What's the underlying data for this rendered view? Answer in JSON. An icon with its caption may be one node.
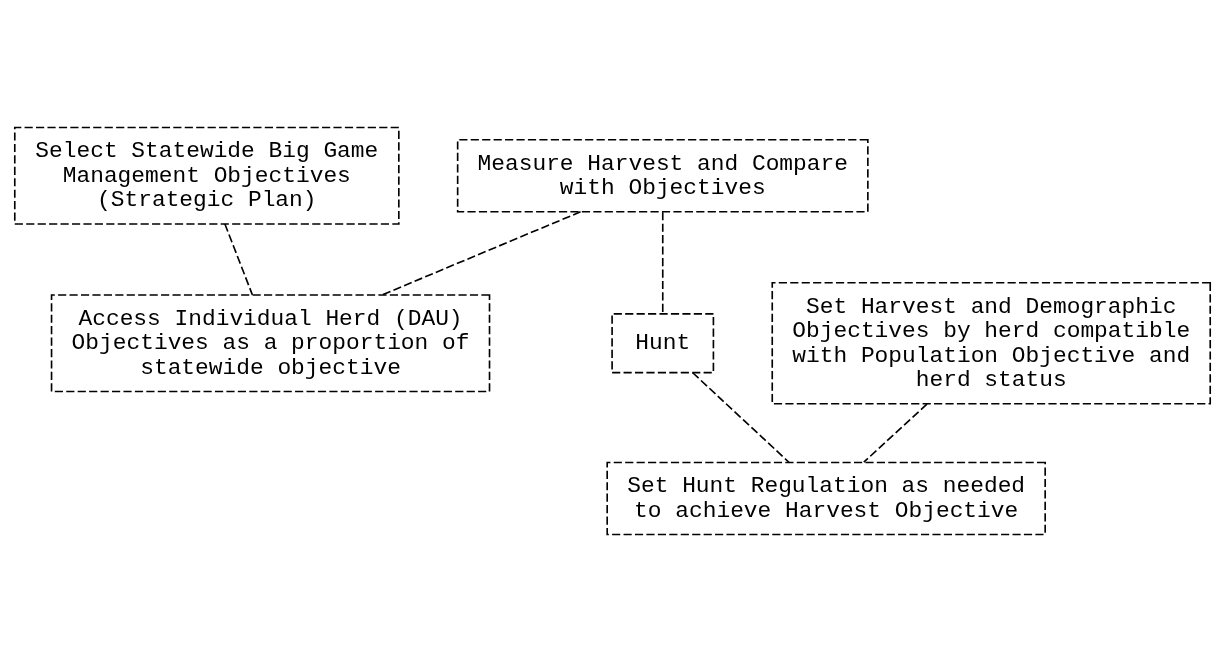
{
  "diagram": {
    "nodes": [
      {
        "text": [
          "Select Statewide Big Game Management Objectives (Strategic Plan)"
        ]
      },
      {
        "text": [
          "Measure Harvest and Compare with Objectives"
        ]
      },
      {
        "text": [
          "Access Individual Herd (DAU) Objectives as a proportion of statewide objective"
        ]
      },
      {
        "text": [
          "Hunt"
        ]
      },
      {
        "text": [
          "Set Harvest and Demographic Objectives by herd compatible with Population Objective and herd status"
        ]
      },
      {
        "text": [
          "Set Hunt Regulation as needed to achieve Harvest Objective"
        ]
      }
    ],
    "edges": [
      {
        "from": 0,
        "to": 2,
        "arrow": "none"
      },
      {
        "from": 1,
        "to": 2,
        "arrow": "none"
      },
      {
        "from": 1,
        "to": 3,
        "arrow": "none"
      },
      {
        "from": 3,
        "to": 5,
        "arrow": "none"
      },
      {
        "from": 4,
        "to": 5,
        "arrow": "none"
      }
    ]
  }
}
